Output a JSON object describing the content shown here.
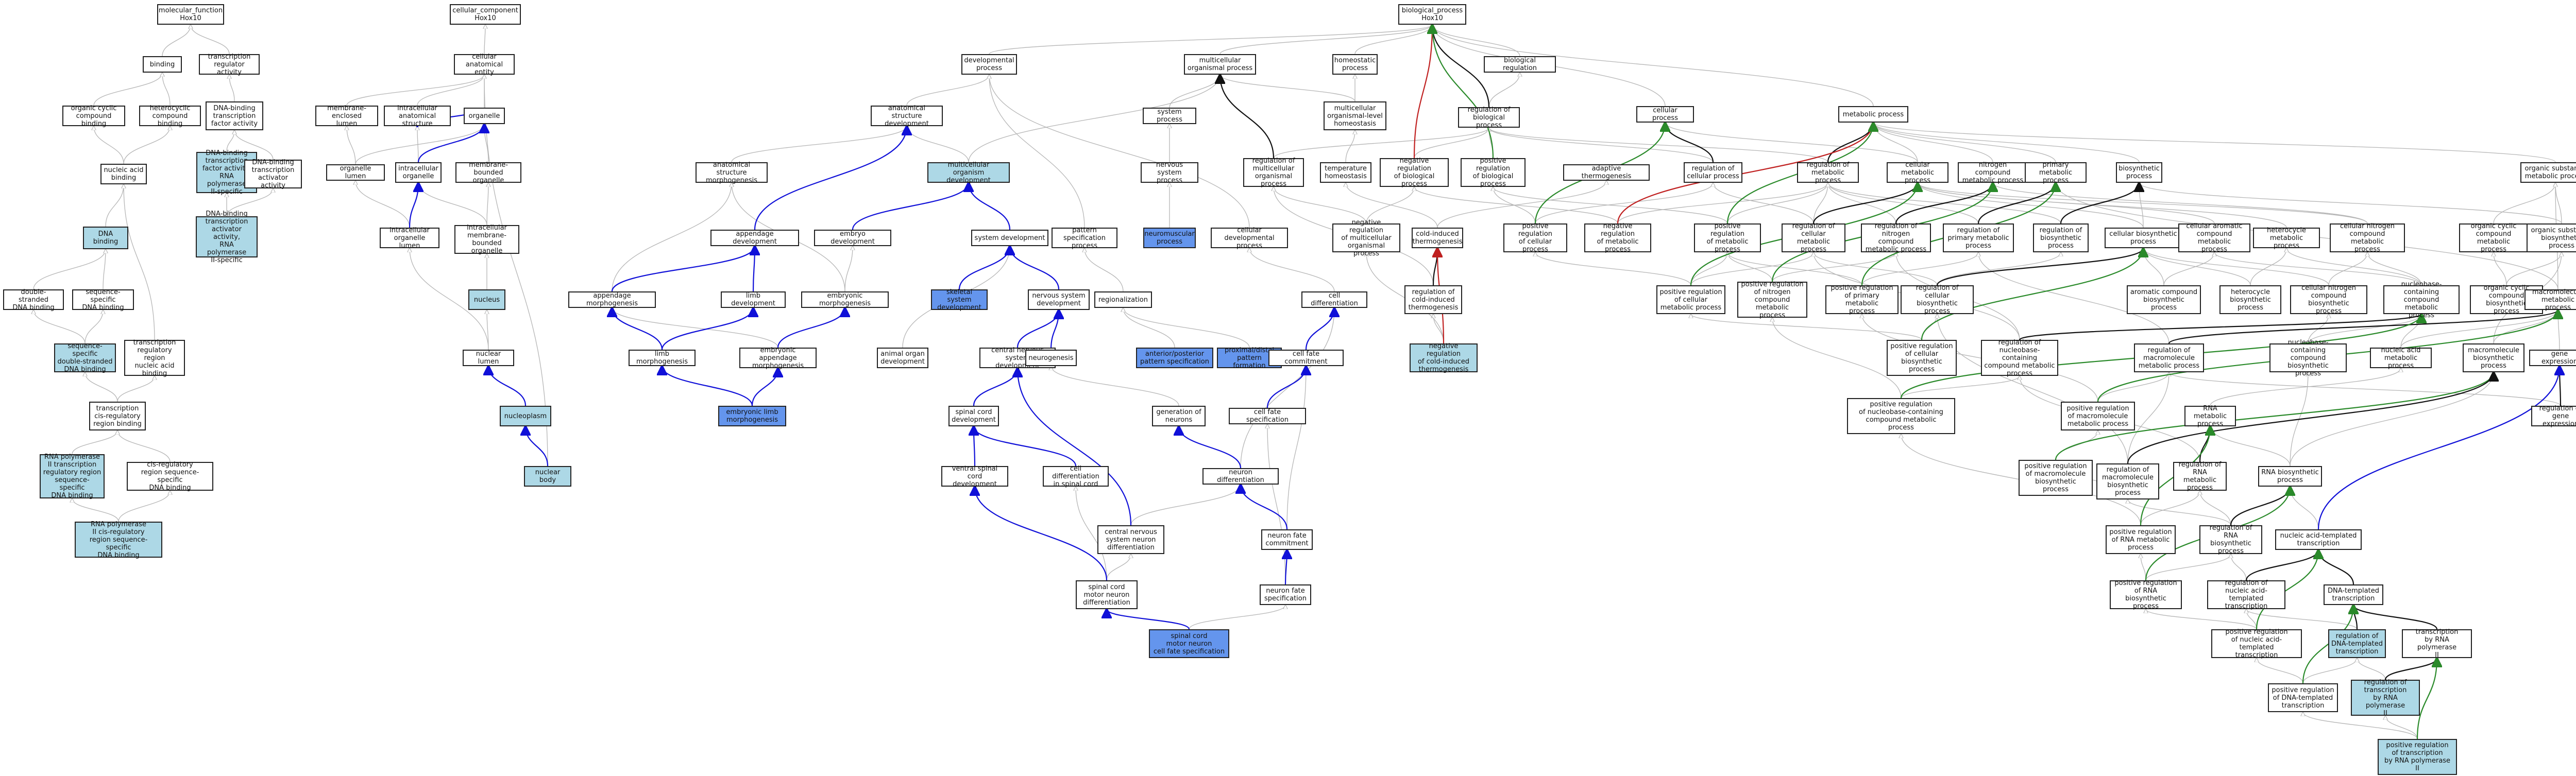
{
  "diagram": {
    "colors": {
      "default_edge": "#b5b5b5",
      "blue": "#1010d8",
      "green": "#2a8a2a",
      "red": "#c02020",
      "black": "#111111",
      "light_blue": "#add8e6",
      "cornflower": "#6495ed"
    },
    "nodes": [
      {
        "id": "mf",
        "label": "molecular_function\nHox10"
      },
      {
        "id": "binding",
        "label": "binding"
      },
      {
        "id": "treg",
        "label": "transcription\nregulator activity"
      },
      {
        "id": "ocbind",
        "label": "organic cyclic\ncompound binding"
      },
      {
        "id": "hetbind",
        "label": "heterocyclic\ncompound binding"
      },
      {
        "id": "dbtf",
        "label": "DNA-binding\ntranscription\nfactor activity"
      },
      {
        "id": "nabind",
        "label": "nucleic acid\nbinding"
      },
      {
        "id": "dbtfpol2",
        "label": "DNA-binding\ntranscription\nfactor activity,\nRNA polymerase\nII-specific"
      },
      {
        "id": "dbtact",
        "label": "DNA-binding\ntranscription\nactivator activity"
      },
      {
        "id": "dnabind",
        "label": "DNA binding"
      },
      {
        "id": "dbtactpol2",
        "label": "DNA-binding\ntranscription\nactivator activity,\nRNA polymerase\nII-specific"
      },
      {
        "id": "dsdna",
        "label": "double-stranded\nDNA binding"
      },
      {
        "id": "seqdna",
        "label": "sequence-specific\nDNA binding"
      },
      {
        "id": "ssdsdna",
        "label": "sequence-specific\ndouble-stranded\nDNA binding"
      },
      {
        "id": "trrnabind",
        "label": "transcription\nregulatory region\nnucleic acid\nbinding"
      },
      {
        "id": "tcrrbind",
        "label": "transcription\ncis-regulatory\nregion binding"
      },
      {
        "id": "pol2trr",
        "label": "RNA polymerase\nII transcription\nregulatory region\nsequence-specific\nDNA binding"
      },
      {
        "id": "crrss",
        "label": "cis-regulatory\nregion sequence-specific\nDNA binding"
      },
      {
        "id": "pol2crr",
        "label": "RNA polymerase\nII cis-regulatory\nregion sequence-specific\nDNA binding"
      },
      {
        "id": "cc",
        "label": "cellular_component\nHox10"
      },
      {
        "id": "cae",
        "label": "cellular anatomical\nentity"
      },
      {
        "id": "mel",
        "label": "membrane-enclosed\nlumen"
      },
      {
        "id": "ias",
        "label": "intracellular\nanatomical structure"
      },
      {
        "id": "organelle",
        "label": "organelle"
      },
      {
        "id": "orglumen",
        "label": "organelle lumen"
      },
      {
        "id": "intorg",
        "label": "intracellular\norganelle"
      },
      {
        "id": "mbo",
        "label": "membrane-bounded\norganelle"
      },
      {
        "id": "intorglumen",
        "label": "intracellular\norganelle lumen"
      },
      {
        "id": "intmbo",
        "label": "intracellular\nmembrane-bounded\norganelle"
      },
      {
        "id": "nucleus",
        "label": "nucleus"
      },
      {
        "id": "nuclumen",
        "label": "nuclear lumen"
      },
      {
        "id": "nucleoplasm",
        "label": "nucleoplasm"
      },
      {
        "id": "nucbody",
        "label": "nuclear body"
      },
      {
        "id": "bp",
        "label": "biological_process\nHox10"
      },
      {
        "id": "devproc",
        "label": "developmental\nprocess"
      },
      {
        "id": "multiorg",
        "label": "multicellular\norganismal process"
      },
      {
        "id": "homeo",
        "label": "homeostatic\nprocess"
      },
      {
        "id": "bioreg",
        "label": "biological regulation"
      },
      {
        "id": "asd",
        "label": "anatomical structure\ndevelopment"
      },
      {
        "id": "sysproc",
        "label": "system process"
      },
      {
        "id": "moh",
        "label": "multicellular\norganismal-level\nhomeostasis"
      },
      {
        "id": "regbp",
        "label": "regulation of\nbiological process"
      },
      {
        "id": "cellproc",
        "label": "cellular process"
      },
      {
        "id": "metproc",
        "label": "metabolic process"
      },
      {
        "id": "asm",
        "label": "anatomical structure\nmorphogenesis"
      },
      {
        "id": "mod",
        "label": "multicellular\norganism development"
      },
      {
        "id": "nsproc",
        "label": "nervous system\nprocess"
      },
      {
        "id": "regmop",
        "label": "regulation of\nmulticellular\norganismal process"
      },
      {
        "id": "temphom",
        "label": "temperature\nhomeostasis"
      },
      {
        "id": "negregbp",
        "label": "negative regulation\nof biological\nprocess"
      },
      {
        "id": "posregbp",
        "label": "positive regulation\nof biological\nprocess"
      },
      {
        "id": "adapthermo",
        "label": "adaptive thermogenesis"
      },
      {
        "id": "regcp",
        "label": "regulation of\ncellular process"
      },
      {
        "id": "regmp",
        "label": "regulation of\nmetabolic process"
      },
      {
        "id": "cellmp",
        "label": "cellular metabolic\nprocess"
      },
      {
        "id": "ncmp",
        "label": "nitrogen compound\nmetabolic process"
      },
      {
        "id": "primmp",
        "label": "primary metabolic\nprocess"
      },
      {
        "id": "biosyn",
        "label": "biosynthetic\nprocess"
      },
      {
        "id": "osmp",
        "label": "organic substance\nmetabolic process"
      },
      {
        "id": "appdev",
        "label": "appendage development"
      },
      {
        "id": "embdev",
        "label": "embryo development"
      },
      {
        "id": "sysdev",
        "label": "system development"
      },
      {
        "id": "patspec",
        "label": "pattern specification\nprocess"
      },
      {
        "id": "neuromusc",
        "label": "neuromuscular\nprocess"
      },
      {
        "id": "celldevproc",
        "label": "cellular developmental\nprocess"
      },
      {
        "id": "negregmop",
        "label": "negative regulation\nof multicellular\norganismal process"
      },
      {
        "id": "coldthermo",
        "label": "cold-induced\nthermogenesis"
      },
      {
        "id": "posregcp",
        "label": "positive regulation\nof cellular\nprocess"
      },
      {
        "id": "negregmp",
        "label": "negative regulation\nof metabolic\nprocess"
      },
      {
        "id": "posregmp",
        "label": "positive regulation\nof metabolic\nprocess"
      },
      {
        "id": "regcmp",
        "label": "regulation of\ncellular metabolic\nprocess"
      },
      {
        "id": "regncmp",
        "label": "regulation of\nnitrogen compound\nmetabolic process"
      },
      {
        "id": "regpmp",
        "label": "regulation of\nprimary metabolic\nprocess"
      },
      {
        "id": "regbiosyn",
        "label": "regulation of\nbiosynthetic\nprocess"
      },
      {
        "id": "cellbiosyn",
        "label": "cellular biosynthetic\nprocess"
      },
      {
        "id": "camp",
        "label": "cellular aromatic\ncompound metabolic\nprocess"
      },
      {
        "id": "hetmp",
        "label": "heterocycle\nmetabolic process"
      },
      {
        "id": "cncmp",
        "label": "cellular nitrogen\ncompound metabolic\nprocess"
      },
      {
        "id": "occmp",
        "label": "organic cyclic\ncompound metabolic\nprocess"
      },
      {
        "id": "osbiosyn",
        "label": "organic substance\nbiosynthetic\nprocess"
      },
      {
        "id": "appmorph",
        "label": "appendage morphogenesis"
      },
      {
        "id": "limbdev",
        "label": "limb development"
      },
      {
        "id": "embmorph",
        "label": "embryonic morphogenesis"
      },
      {
        "id": "skeldev",
        "label": "skeletal system\ndevelopment"
      },
      {
        "id": "regionalization",
        "label": "regionalization"
      },
      {
        "id": "celldiff",
        "label": "cell differentiation"
      },
      {
        "id": "regcoldthermo",
        "label": "regulation of\ncold-induced\nthermogenesis"
      },
      {
        "id": "negregcoldthermo",
        "label": "negative regulation\nof cold-induced\nthermogenesis"
      },
      {
        "id": "posregcmp",
        "label": "positive regulation\nof cellular\nmetabolic process"
      },
      {
        "id": "posregncmp",
        "label": "positive regulation\nof nitrogen\ncompound metabolic\nprocess"
      },
      {
        "id": "posregpmp",
        "label": "positive regulation\nof primary metabolic\nprocess"
      },
      {
        "id": "regcellbiosyn",
        "label": "regulation of\ncellular biosynthetic\nprocess"
      },
      {
        "id": "acbiosyn",
        "label": "aromatic compound\nbiosynthetic\nprocess"
      },
      {
        "id": "hetbiosyn",
        "label": "heterocycle\nbiosynthetic\nprocess"
      },
      {
        "id": "cncbiosyn",
        "label": "cellular nitrogen\ncompound biosynthetic\nprocess"
      },
      {
        "id": "nbcmp",
        "label": "nucleobase-containing\ncompound metabolic\nprocess"
      },
      {
        "id": "occbiosyn",
        "label": "organic cyclic\ncompound biosynthetic\nprocess"
      },
      {
        "id": "macromp",
        "label": "macromolecule\nmetabolic process"
      },
      {
        "id": "limbmorph",
        "label": "limb morphogenesis"
      },
      {
        "id": "embappmorph",
        "label": "embryonic appendage\nmorphogenesis"
      },
      {
        "id": "aod",
        "label": "animal organ\ndevelopment"
      },
      {
        "id": "cnsdev",
        "label": "central nervous\nsystem development"
      },
      {
        "id": "neurogenesis",
        "label": "neurogenesis"
      },
      {
        "id": "nsdev",
        "label": "nervous system\ndevelopment"
      },
      {
        "id": "apspec",
        "label": "anterior/posterior\npattern specification"
      },
      {
        "id": "pdpat",
        "label": "proximal/distal\npattern formation"
      },
      {
        "id": "cfc",
        "label": "cell fate commitment"
      },
      {
        "id": "posregcellbiosyn",
        "label": "positive regulation\nof cellular\nbiosynthetic\nprocess"
      },
      {
        "id": "regnbcmp",
        "label": "regulation of\nnucleobase-containing\ncompound metabolic\nprocess"
      },
      {
        "id": "regmacromp",
        "label": "regulation of\nmacromolecule\nmetabolic process"
      },
      {
        "id": "nbcbiosyn",
        "label": "nucleobase-containing\ncompound biosynthetic\nprocess"
      },
      {
        "id": "namp",
        "label": "nucleic acid\nmetabolic process"
      },
      {
        "id": "macrobiosyn",
        "label": "macromolecule\nbiosynthetic\nprocess"
      },
      {
        "id": "geneexpr",
        "label": "gene expression"
      },
      {
        "id": "emblimbmorph",
        "label": "embryonic limb\nmorphogenesis"
      },
      {
        "id": "scdev",
        "label": "spinal cord\ndevelopment"
      },
      {
        "id": "posregnbcmp",
        "label": "positive regulation\nof nucleobase-containing\ncompound metabolic\nprocess"
      },
      {
        "id": "posregmacromp",
        "label": "positive regulation\nof macromolecule\nmetabolic process"
      },
      {
        "id": "rnamp",
        "label": "RNA metabolic\nprocess"
      },
      {
        "id": "reggeneexpr",
        "label": "regulation of\ngene expression"
      },
      {
        "id": "genneur",
        "label": "generation of\nneurons"
      },
      {
        "id": "cellspec",
        "label": "cell fate specification"
      },
      {
        "id": "vscdev",
        "label": "ventral spinal\ncord development"
      },
      {
        "id": "celldiffsc",
        "label": "cell differentiation\nin spinal cord"
      },
      {
        "id": "posregmacrobiosyn",
        "label": "positive regulation\nof macromolecule\nbiosynthetic\nprocess"
      },
      {
        "id": "regmacrobiosyn",
        "label": "regulation of\nmacromolecule\nbiosynthetic\nprocess"
      },
      {
        "id": "regrnamp",
        "label": "regulation of\nRNA metabolic\nprocess"
      },
      {
        "id": "rnabiosyn",
        "label": "RNA biosynthetic\nprocess"
      },
      {
        "id": "neurdiff",
        "label": "neuron differentiation"
      },
      {
        "id": "cnsneurdiff",
        "label": "central nervous\nsystem neuron\ndifferentiation"
      },
      {
        "id": "nfc",
        "label": "neuron fate\ncommitment"
      },
      {
        "id": "posregrnamp",
        "label": "positive regulation\nof RNA metabolic\nprocess"
      },
      {
        "id": "regrnabiosyn",
        "label": "regulation of\nRNA biosynthetic\nprocess"
      },
      {
        "id": "natrans",
        "label": "nucleic acid-templated\ntranscription"
      },
      {
        "id": "scmnd",
        "label": "spinal cord\nmotor neuron\ndifferentiation"
      },
      {
        "id": "nfs",
        "label": "neuron fate\nspecification"
      },
      {
        "id": "posregrnabiosyn",
        "label": "positive regulation\nof RNA biosynthetic\nprocess"
      },
      {
        "id": "regnatrans",
        "label": "regulation of\nnucleic acid-templated\ntranscription"
      },
      {
        "id": "dnatrans",
        "label": "DNA-templated\ntranscription"
      },
      {
        "id": "scmncfs",
        "label": "spinal cord\nmotor neuron\ncell fate specification"
      },
      {
        "id": "posregnatrans",
        "label": "positive regulation\nof nucleic acid-templated\ntranscription"
      },
      {
        "id": "regdnatrans",
        "label": "regulation of\nDNA-templated\ntranscription"
      },
      {
        "id": "transpol2",
        "label": "transcription\nby RNA polymerase\nII"
      },
      {
        "id": "posregdnatrans",
        "label": "positive regulation\nof DNA-templated\ntranscription"
      },
      {
        "id": "regtranspol2",
        "label": "regulation of\ntranscription\nby RNA polymerase\nII"
      },
      {
        "id": "posregtranspol2",
        "label": "positive regulation\nof transcription\nby RNA polymerase\nII"
      }
    ]
  }
}
